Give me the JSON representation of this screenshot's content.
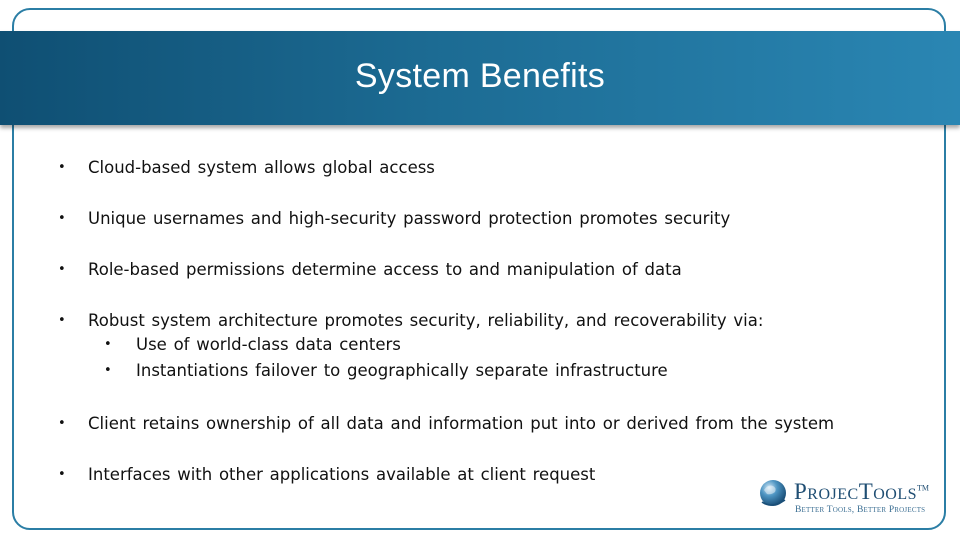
{
  "slide": {
    "title": "System Benefits"
  },
  "bullets": [
    "Cloud-based system allows global access",
    "Unique usernames and high-security password protection promotes security",
    "Role-based permissions determine access to and manipulation of data",
    "Robust system architecture promotes security, reliability, and recoverability via:",
    "Client retains ownership of all data and information put into or derived from the system",
    "Interfaces with other applications available at client request"
  ],
  "sub_bullets": [
    "Use of world-class data centers",
    "Instantiations failover to geographically separate infrastructure"
  ],
  "bullet_glyph": "•",
  "logo": {
    "name": "ProjecTools",
    "trademark": "TM",
    "tagline": "Better Tools, Better Projects",
    "icon": "globe-icon"
  },
  "colors": {
    "title_band": "#1c6b93",
    "frame": "#2b7ea5",
    "logo_text": "#1f4e73"
  }
}
